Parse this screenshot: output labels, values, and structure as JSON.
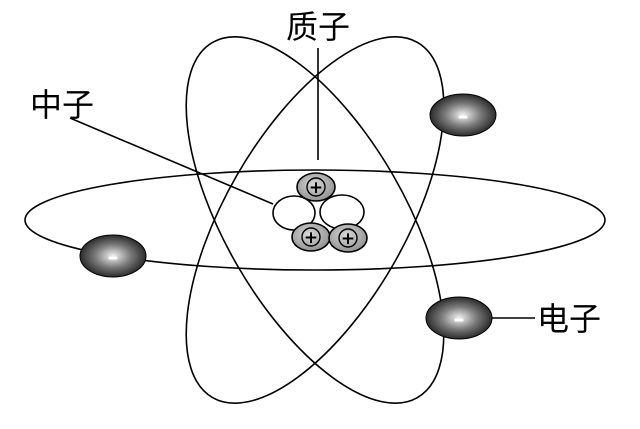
{
  "labels": {
    "proton": "质子",
    "neutron": "中子",
    "electron": "电子"
  },
  "symbols": {
    "electron_charge": "–",
    "proton_charge": "+"
  },
  "colors": {
    "line": "#000000",
    "electron_dark": "#111111",
    "electron_light": "#f0f0f0",
    "proton_fill": "#a8a8a8",
    "neutron_fill": "#ffffff"
  }
}
